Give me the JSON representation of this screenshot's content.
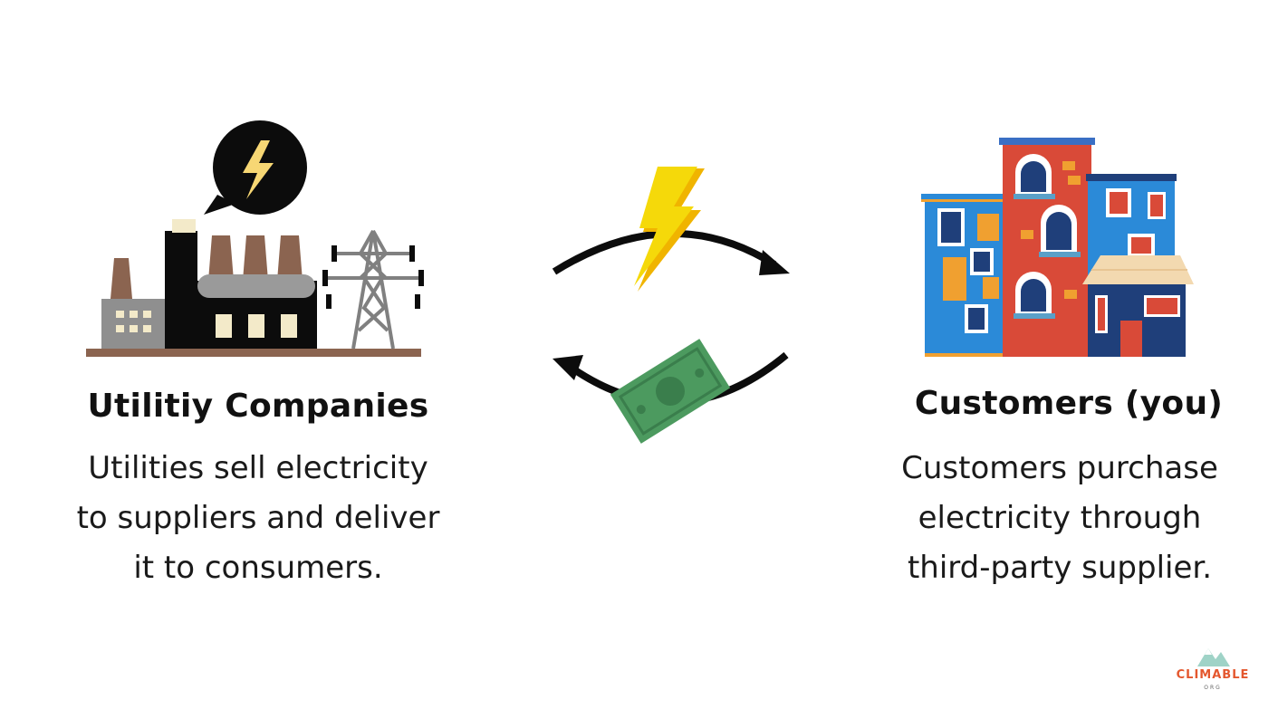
{
  "left": {
    "title": "Utilitiy Companies",
    "description_lines": [
      "Utilities sell electricity",
      "to suppliers and deliver",
      "it to consumers."
    ]
  },
  "right": {
    "title": "Customers (you)",
    "description_lines": [
      "Customers purchase",
      "electricity through",
      "third-party supplier."
    ]
  },
  "logo": {
    "name": "CLIMABLE",
    "suffix": "ORG"
  },
  "icons": {
    "left": "factory-and-power-tower-icon",
    "right": "apartment-buildings-icon",
    "top_flow": "lightning-bolt-icon",
    "bottom_flow": "dollar-bill-icon"
  },
  "colors": {
    "bolt": "#f5d90a",
    "money": "#4c9a5f",
    "building_red": "#d94a38",
    "building_blue": "#2b7fd0",
    "brand": "#e4572e"
  }
}
